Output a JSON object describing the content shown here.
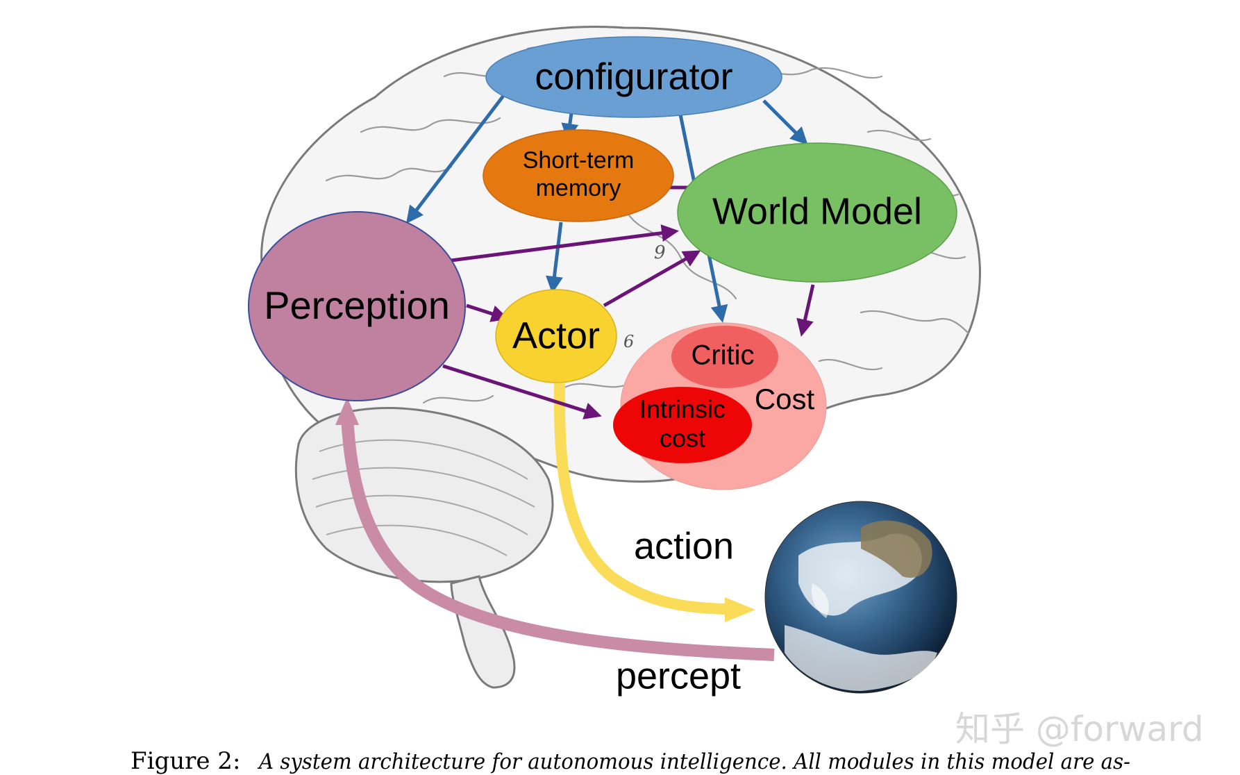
{
  "diagram": {
    "nodes": {
      "configurator": {
        "label": "configurator",
        "color": "#6a9fd4"
      },
      "short_term_memory": {
        "label_line1": "Short-term",
        "label_line2": "memory",
        "color": "#e57910"
      },
      "world_model": {
        "label": "World Model",
        "color": "#79bf63"
      },
      "perception": {
        "label": "Perception",
        "color": "#c0809f"
      },
      "actor": {
        "label": "Actor",
        "color": "#f8d22e"
      },
      "cost": {
        "label": "Cost",
        "color": "#fba7a3"
      },
      "critic": {
        "label": "Critic",
        "color": "#f06060"
      },
      "intrinsic_cost": {
        "label_line1": "Intrinsic",
        "label_line2": "cost",
        "color": "#ee0606"
      }
    },
    "flow_labels": {
      "action": "action",
      "percept": "percept"
    },
    "edge_colors": {
      "configurator_edges": "#2e6bab",
      "internal_edges": "#6b1478",
      "action_flow": "#fbdc58",
      "percept_flow": "#c98ba6"
    },
    "background": {
      "brain": "brain-sketch-illustration",
      "earth": "earth-globe-illustration",
      "brain_annotations": [
        "9",
        "6"
      ]
    }
  },
  "watermark": "知乎 @forward",
  "caption": {
    "figure_label": "Figure 2:",
    "text": "A system architecture for autonomous intelligence. All modules in this model are as-"
  }
}
